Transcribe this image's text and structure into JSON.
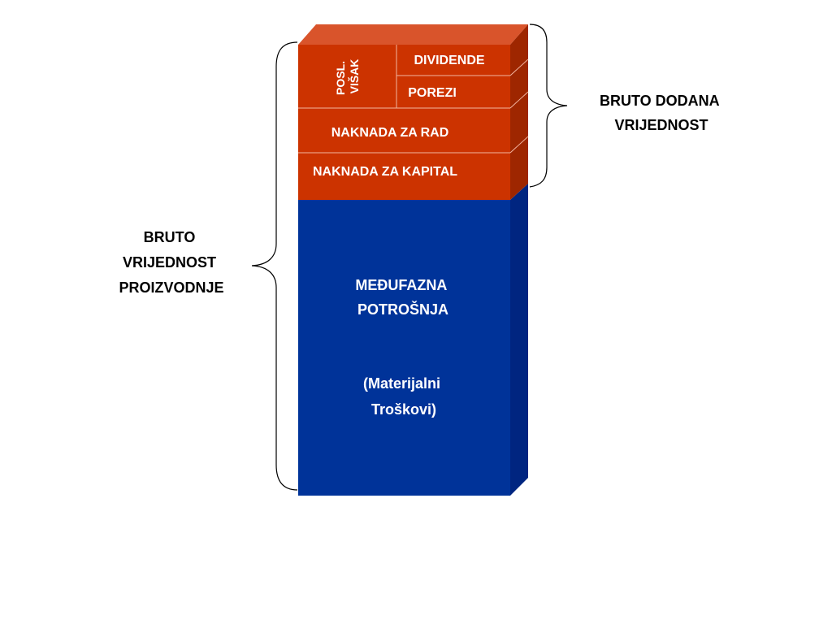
{
  "diagram": {
    "labels": {
      "posl_visak_line1": "POSL.",
      "posl_visak_line2": "VIŠAK",
      "dividende": "DIVIDENDE",
      "porezi": "POREZI",
      "naknada_za_rad": "NAKNADA ZA RAD",
      "naknada_za_kapital": "NAKNADA ZA KAPITAL",
      "medufazna_line1": "MEĐUFAZNA",
      "medufazna_line2": "POTROŠNJA",
      "materijalni_line1": "(Materijalni",
      "materijalni_line2": "Troškovi)",
      "bruto_dodana_line1": "BRUTO DODANA",
      "bruto_dodana_line2": "VRIJEDNOST",
      "bruto_vrijednost_line1": "BRUTO",
      "bruto_vrijednost_line2": "VRIJEDNOST",
      "bruto_vrijednost_line3": "PROIZVODNJE"
    },
    "colors": {
      "red_front": "#CC3300",
      "red_top": "#D9542B",
      "red_side": "#9E2600",
      "blue_front": "#003399",
      "blue_side": "#002580"
    }
  }
}
